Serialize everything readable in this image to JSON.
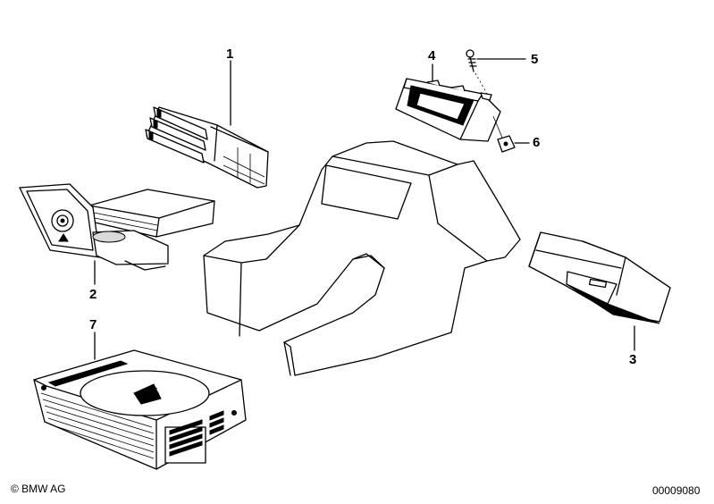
{
  "callouts": [
    {
      "id": "1",
      "label": "1"
    },
    {
      "id": "2",
      "label": "2"
    },
    {
      "id": "3",
      "label": "3"
    },
    {
      "id": "4",
      "label": "4"
    },
    {
      "id": "5",
      "label": "5"
    },
    {
      "id": "6",
      "label": "6"
    },
    {
      "id": "7",
      "label": "7"
    }
  ],
  "footer": {
    "copyright": "© BMW AG",
    "drawing_number": "00009080"
  }
}
